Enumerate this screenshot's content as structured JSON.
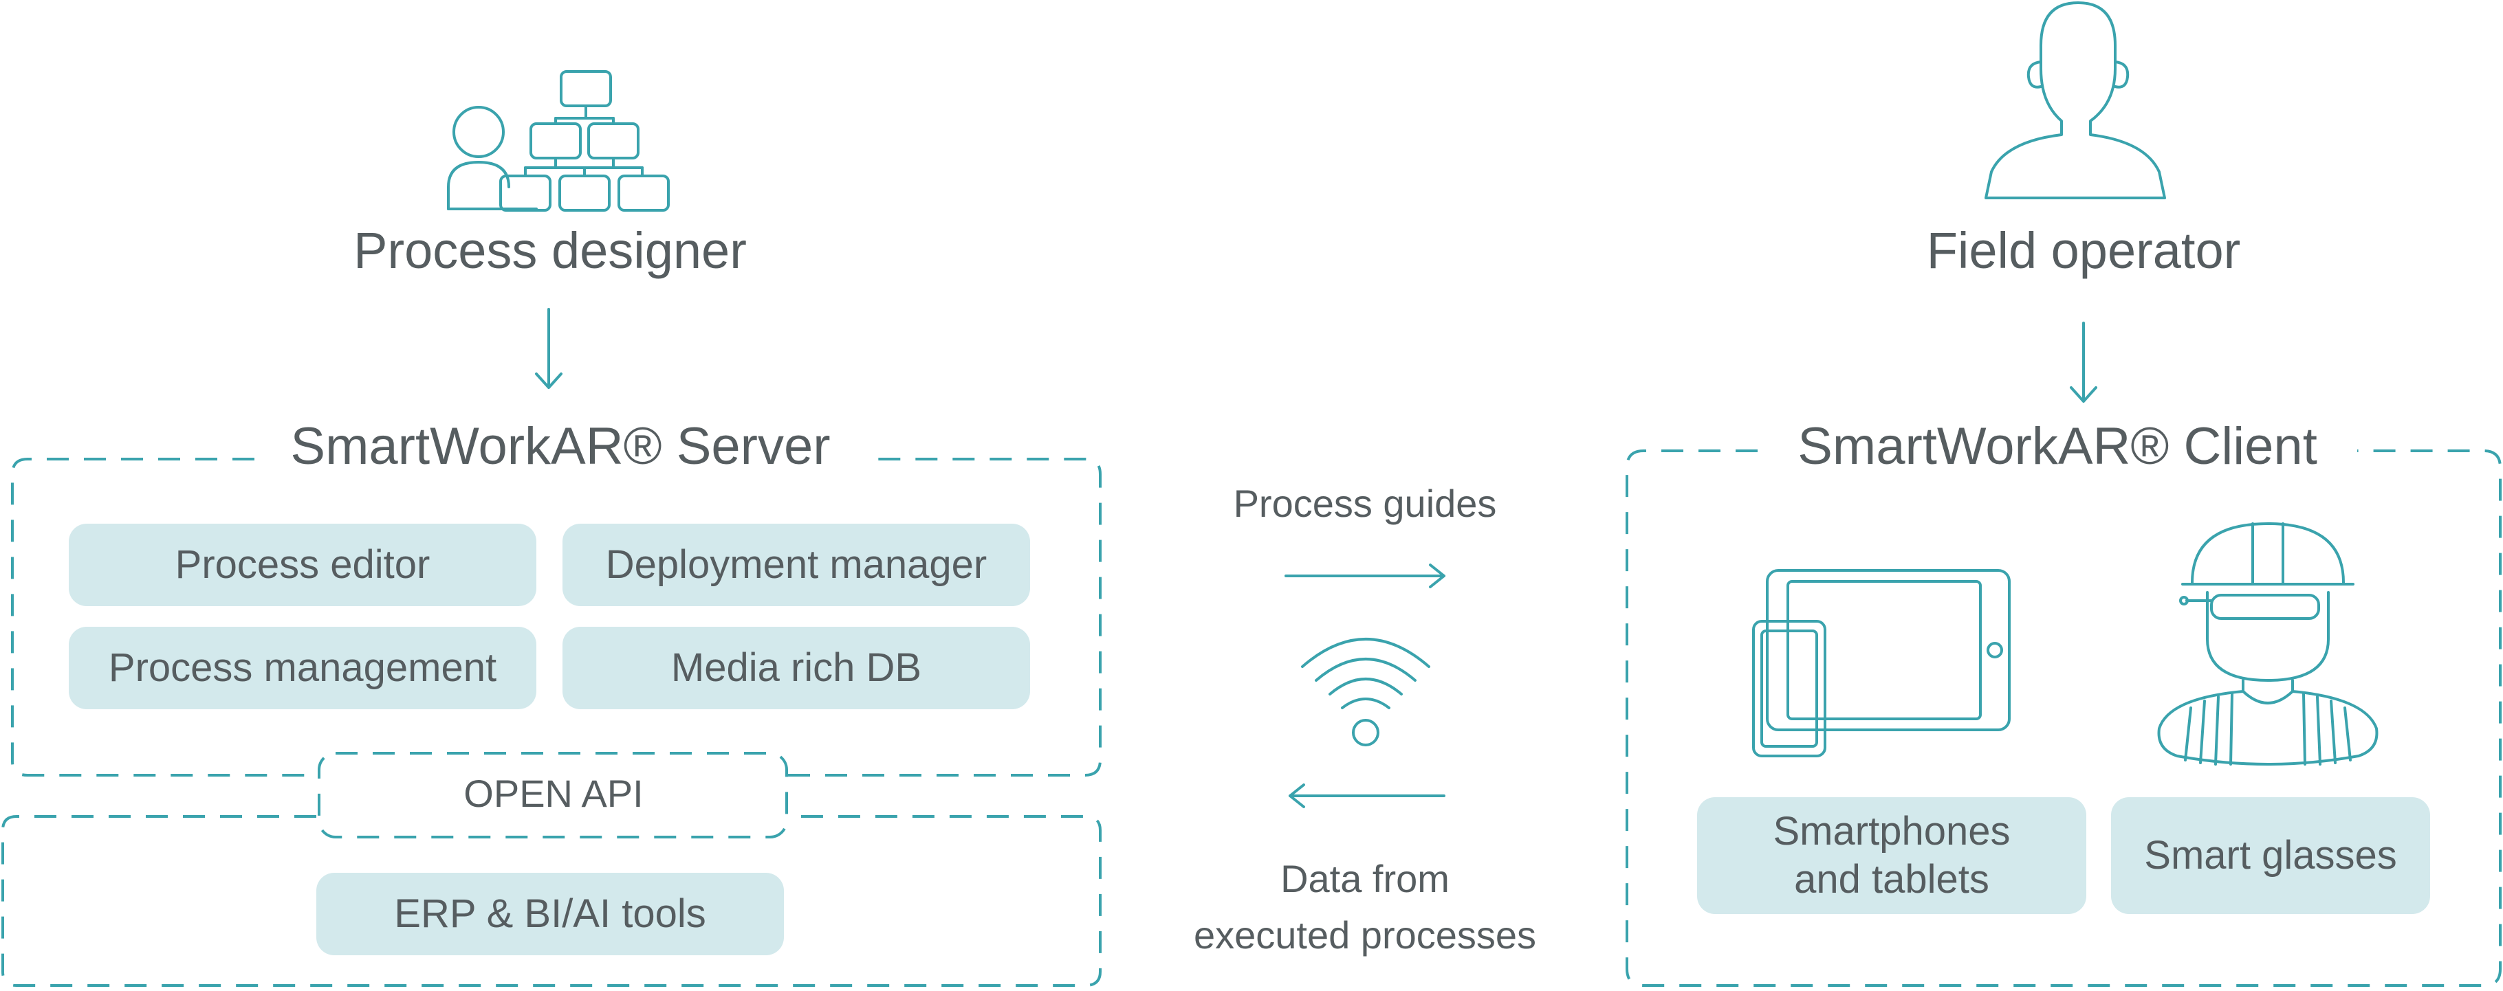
{
  "colors": {
    "accent": "#3aa3ad",
    "pill": "#d3e9ec",
    "text": "#565d60"
  },
  "designer": {
    "title": "Process designer",
    "icon": "process-designer-icon"
  },
  "operator": {
    "title": "Field operator",
    "icon": "operator-icon"
  },
  "server": {
    "title": "SmartWorkAR® Server",
    "modules": [
      "Process editor",
      "Deployment manager",
      "Process management",
      "Media rich DB"
    ]
  },
  "api": {
    "label": "OPEN API"
  },
  "tools": {
    "label": "ERP & BI/AI tools"
  },
  "link": {
    "top_label": "Process guides",
    "bottom_label_line1": "Data from",
    "bottom_label_line2": "executed processes",
    "icon": "wifi-icon"
  },
  "client": {
    "title": "SmartWorkAR® Client",
    "devices": [
      "Smartphones\nand tablets",
      "Smart glasses"
    ],
    "device_icons": [
      "phone-tablet-icon",
      "smart-glasses-worker-icon"
    ]
  }
}
